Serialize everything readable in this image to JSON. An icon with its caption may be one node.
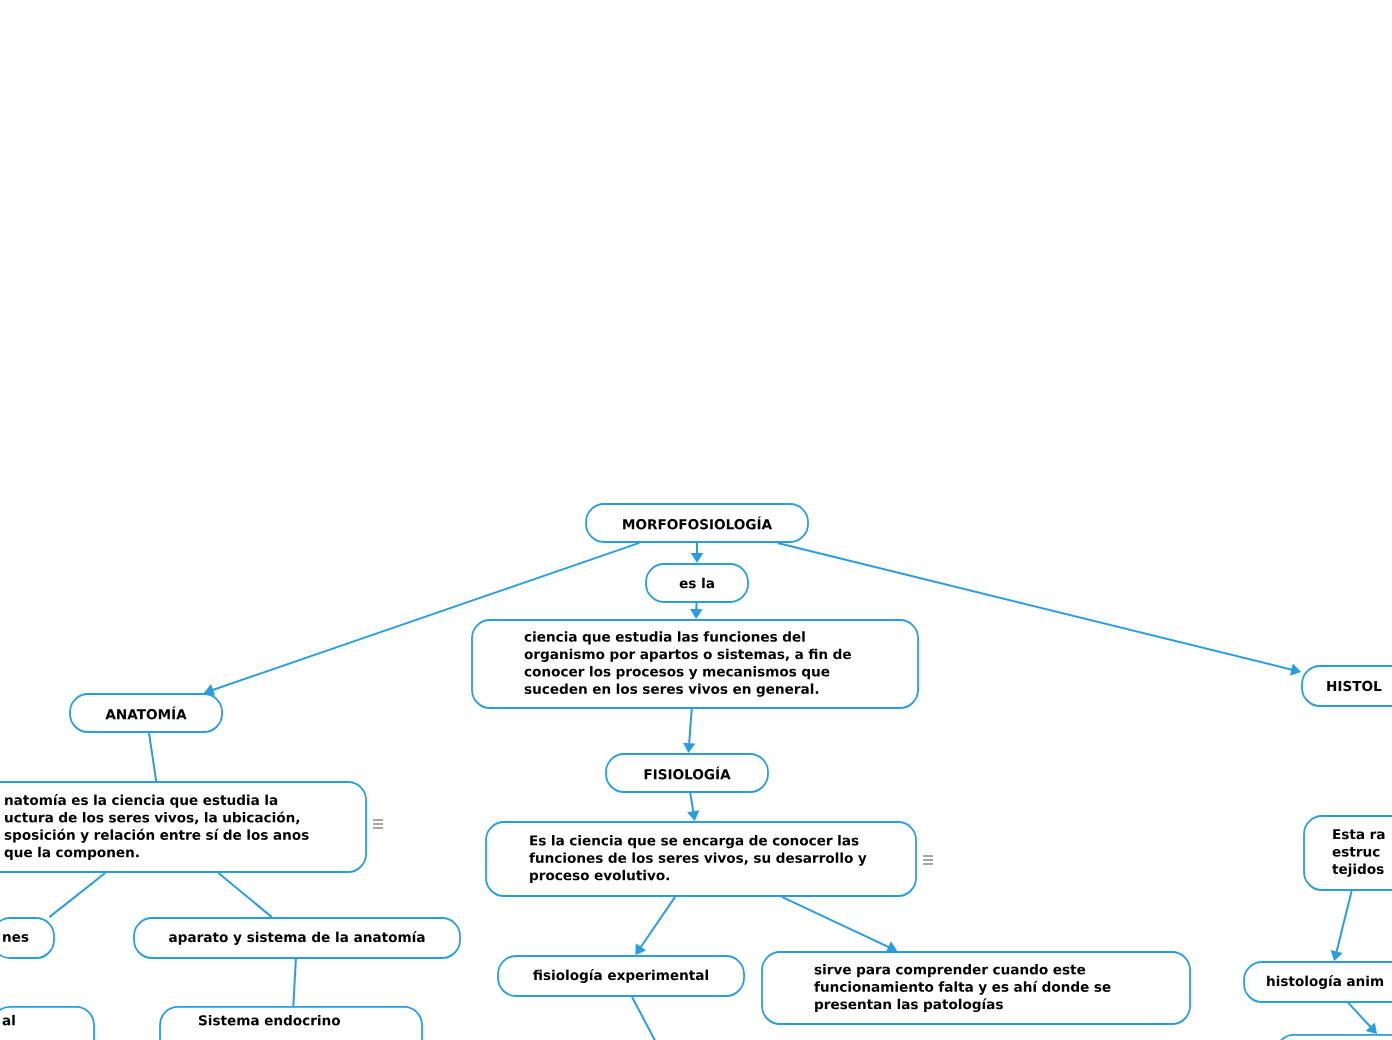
{
  "diagram": {
    "nodes": [
      {
        "text": [
          "MORFOFOSIOLOGÍA"
        ]
      },
      {
        "text": [
          "es la"
        ]
      },
      {
        "text": [
          "ciencia que estudia las funciones del organismo por apartos o sistemas, a fin de conocer los procesos y mecanismos que suceden en los seres vivos en general."
        ]
      },
      {
        "text": [
          "FISIOLOGÍA"
        ]
      },
      {
        "text": [
          "Es la ciencia que se encarga de conocer las funciones de los seres vivos, su desarrollo y proceso evolutivo."
        ]
      },
      {
        "text": [
          "fisiología experimental"
        ]
      },
      {
        "text": [
          "sirve para comprender cuando este funcionamiento falta y es ahí donde se presentan las patologías"
        ]
      },
      {
        "text": [
          "ANATOMÍA"
        ]
      },
      {
        "text": [
          "natomía es la ciencia que estudia la uctura de los seres vivos, la ubicación, sposición y relación entre sí de los anos que la componen."
        ]
      },
      {
        "text": [
          "nes"
        ]
      },
      {
        "text": [
          "aparato y sistema de la anatomía"
        ]
      },
      {
        "text": [
          "al"
        ]
      },
      {
        "text": [
          "Sistema endocrino"
        ]
      },
      {
        "text": [
          "HISTOL"
        ]
      },
      {
        "text": [
          "Esta ra estruc tejidos"
        ]
      },
      {
        "text": [
          "histología anim"
        ]
      },
      {
        "text": [],
        "shape": "box"
      }
    ],
    "edges": [
      {
        "from": 0,
        "to": 1,
        "arrow": "to"
      },
      {
        "from": 1,
        "to": 2,
        "arrow": "to"
      },
      {
        "from": 2,
        "to": 3,
        "arrow": "to"
      },
      {
        "from": 3,
        "to": 4,
        "arrow": "to"
      },
      {
        "from": 0,
        "to": 7,
        "arrow": "to"
      },
      {
        "from": 0,
        "to": 13,
        "arrow": "to"
      },
      {
        "from": 4,
        "to": 5,
        "arrow": "to"
      },
      {
        "from": 4,
        "to": 6,
        "arrow": "to"
      },
      {
        "from": 7,
        "to": 8,
        "arrow": "none"
      },
      {
        "from": 8,
        "to": 9,
        "arrow": "none"
      },
      {
        "from": 8,
        "to": 10,
        "arrow": "none"
      },
      {
        "from": 10,
        "to": 12,
        "arrow": "none"
      },
      {
        "from": 5,
        "to": null,
        "arrow": "none"
      },
      {
        "from": 14,
        "to": 15,
        "arrow": "to"
      },
      {
        "from": 15,
        "to": 16,
        "arrow": "to"
      }
    ]
  }
}
